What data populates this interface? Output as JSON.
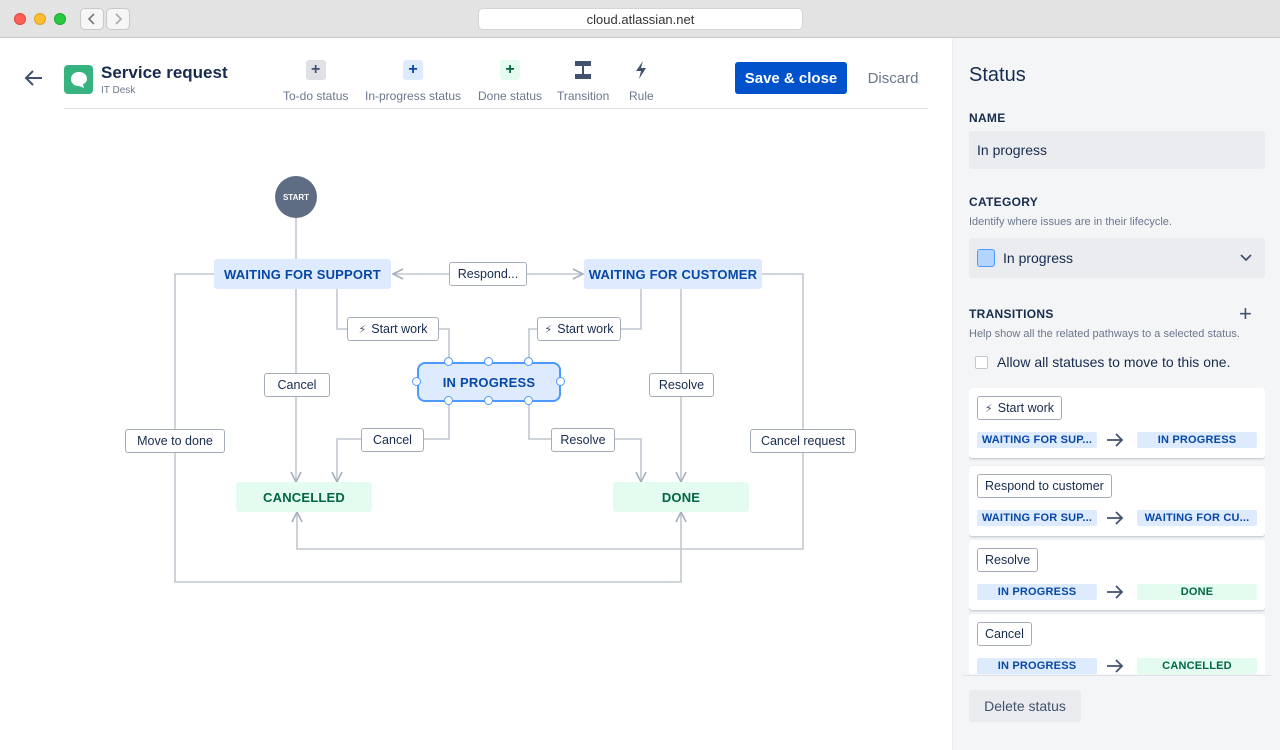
{
  "browser": {
    "url": "cloud.atlassian.net"
  },
  "header": {
    "title": "Service request",
    "project": "IT Desk",
    "tools": [
      {
        "label": "To-do status",
        "glyph": "+"
      },
      {
        "label": "In-progress status",
        "glyph": "+"
      },
      {
        "label": "Done status",
        "glyph": "+"
      },
      {
        "label": "Transition",
        "glyph": ""
      },
      {
        "label": "Rule",
        "glyph": ""
      }
    ],
    "save_label": "Save & close",
    "discard_label": "Discard"
  },
  "workflow": {
    "start": "START",
    "statuses": {
      "waiting_support": "WAITING FOR SUPPORT",
      "waiting_customer": "WAITING FOR CUSTOMER",
      "in_progress": "IN PROGRESS",
      "cancelled": "CANCELLED",
      "done": "DONE"
    },
    "transitions": {
      "respond": "Respond...",
      "start_work_left": "Start work",
      "start_work_right": "Start work",
      "cancel_left": "Cancel",
      "cancel_center": "Cancel",
      "resolve_center": "Resolve",
      "resolve_right": "Resolve",
      "move_to_done": "Move to done",
      "cancel_request": "Cancel request"
    }
  },
  "panel": {
    "title": "Status",
    "name_label": "NAME",
    "name_value": "In progress",
    "category_label": "CATEGORY",
    "category_help": "Identify where issues are in their lifecycle.",
    "category_value": "In progress",
    "transitions_label": "TRANSITIONS",
    "transitions_help": "Help show all the related pathways to a selected status.",
    "allow_all_label": "Allow all statuses to move to this one.",
    "transitions": [
      {
        "name": "Start work",
        "from": "WAITING FOR SUP...",
        "to": "IN PROGRESS",
        "to_color": "blue",
        "from_color": "blue"
      },
      {
        "name": "Respond to customer",
        "from": "WAITING FOR SUP...",
        "to": "WAITING FOR CU...",
        "to_color": "blue",
        "from_color": "blue"
      },
      {
        "name": "Resolve",
        "from": "IN PROGRESS",
        "to": "DONE",
        "to_color": "green",
        "from_color": "blue"
      },
      {
        "name": "Cancel",
        "from": "IN PROGRESS",
        "to": "CANCELLED",
        "to_color": "green",
        "from_color": "blue"
      }
    ],
    "delete_label": "Delete status"
  },
  "colors": {
    "primary": "#0052cc",
    "status_blue": "#deebff",
    "status_green": "#e3fcef",
    "selection": "#4c9aff"
  }
}
